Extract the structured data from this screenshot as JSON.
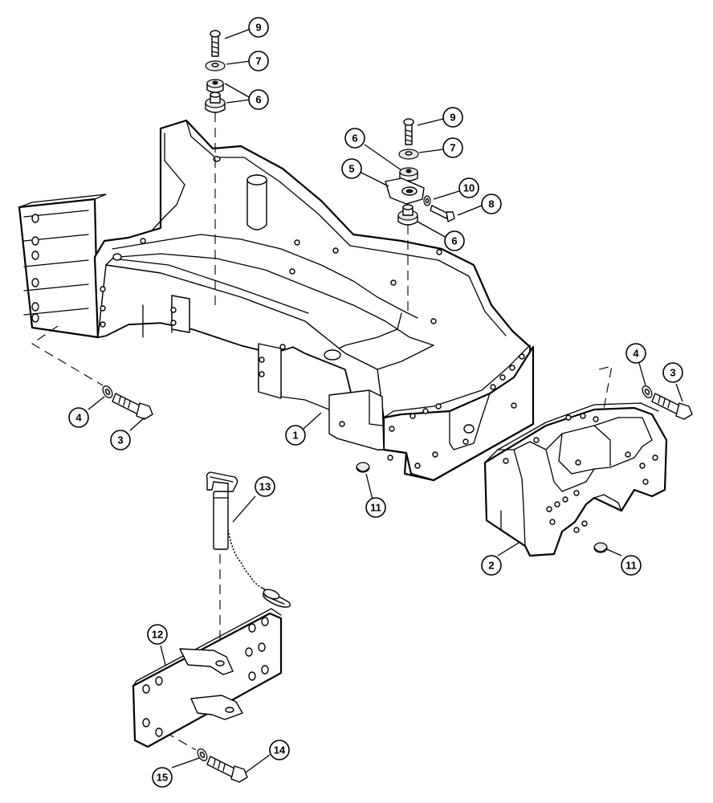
{
  "callouts": [
    {
      "id": "c9a",
      "label": "9"
    },
    {
      "id": "c7a",
      "label": "7"
    },
    {
      "id": "c6a",
      "label": "6"
    },
    {
      "id": "c9b",
      "label": "9"
    },
    {
      "id": "c6b",
      "label": "6"
    },
    {
      "id": "c7b",
      "label": "7"
    },
    {
      "id": "c5",
      "label": "5"
    },
    {
      "id": "c10",
      "label": "10"
    },
    {
      "id": "c8",
      "label": "8"
    },
    {
      "id": "c6c",
      "label": "6"
    },
    {
      "id": "c4a",
      "label": "4"
    },
    {
      "id": "c3a",
      "label": "3"
    },
    {
      "id": "c1",
      "label": "1"
    },
    {
      "id": "c11a",
      "label": "11"
    },
    {
      "id": "c4b",
      "label": "4"
    },
    {
      "id": "c3b",
      "label": "3"
    },
    {
      "id": "c2",
      "label": "2"
    },
    {
      "id": "c11b",
      "label": "11"
    },
    {
      "id": "c13",
      "label": "13"
    },
    {
      "id": "c12",
      "label": "12"
    },
    {
      "id": "c14",
      "label": "14"
    },
    {
      "id": "c15",
      "label": "15"
    }
  ],
  "colors": {
    "line": "#000000",
    "background": "#ffffff",
    "shade": "#e9e9e9"
  }
}
